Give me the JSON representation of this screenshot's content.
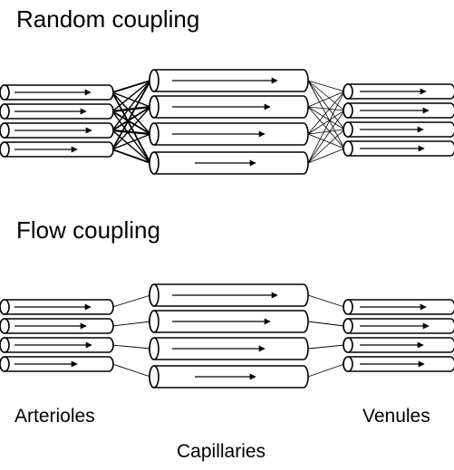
{
  "titles": {
    "random": "Random coupling",
    "flow": "Flow coupling"
  },
  "labels": {
    "arterioles": "Arterioles",
    "venules": "Venules",
    "capillaries": "Capillaries"
  }
}
